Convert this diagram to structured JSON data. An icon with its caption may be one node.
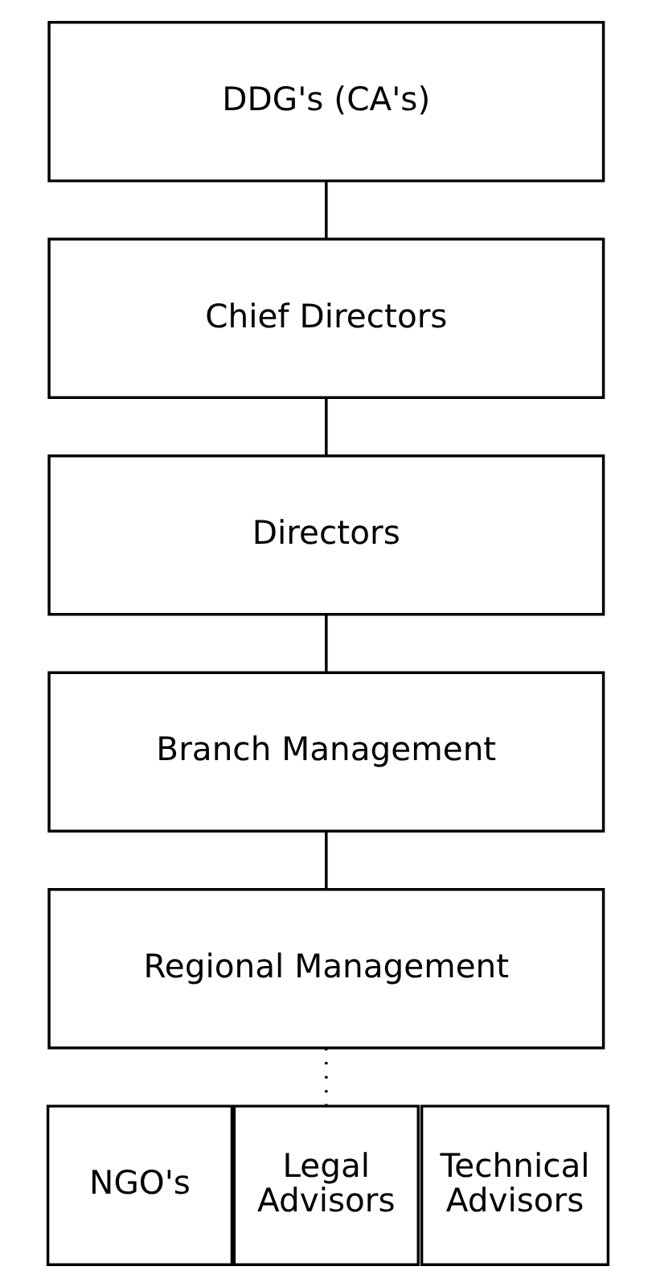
{
  "diagram": {
    "nodes": [
      {
        "text": [
          "DDG's (CA's)"
        ]
      },
      {
        "text": [
          "Chief Directors"
        ]
      },
      {
        "text": [
          "Directors"
        ]
      },
      {
        "text": [
          "Branch Management"
        ]
      },
      {
        "text": [
          "Regional Management"
        ]
      },
      {
        "text": [
          "NGO's"
        ]
      },
      {
        "text": [
          "Legal Advisors"
        ]
      },
      {
        "text": [
          "Technical Advisors"
        ]
      }
    ],
    "edges": [
      {
        "from": 0,
        "to": 1,
        "arrow": "none"
      },
      {
        "from": 1,
        "to": 2,
        "arrow": "none"
      },
      {
        "from": 2,
        "to": 3,
        "arrow": "none"
      },
      {
        "from": 3,
        "to": 4,
        "arrow": "none"
      },
      {
        "from": 4,
        "to": 6,
        "arrow": "none",
        "style": "dashed"
      }
    ]
  }
}
